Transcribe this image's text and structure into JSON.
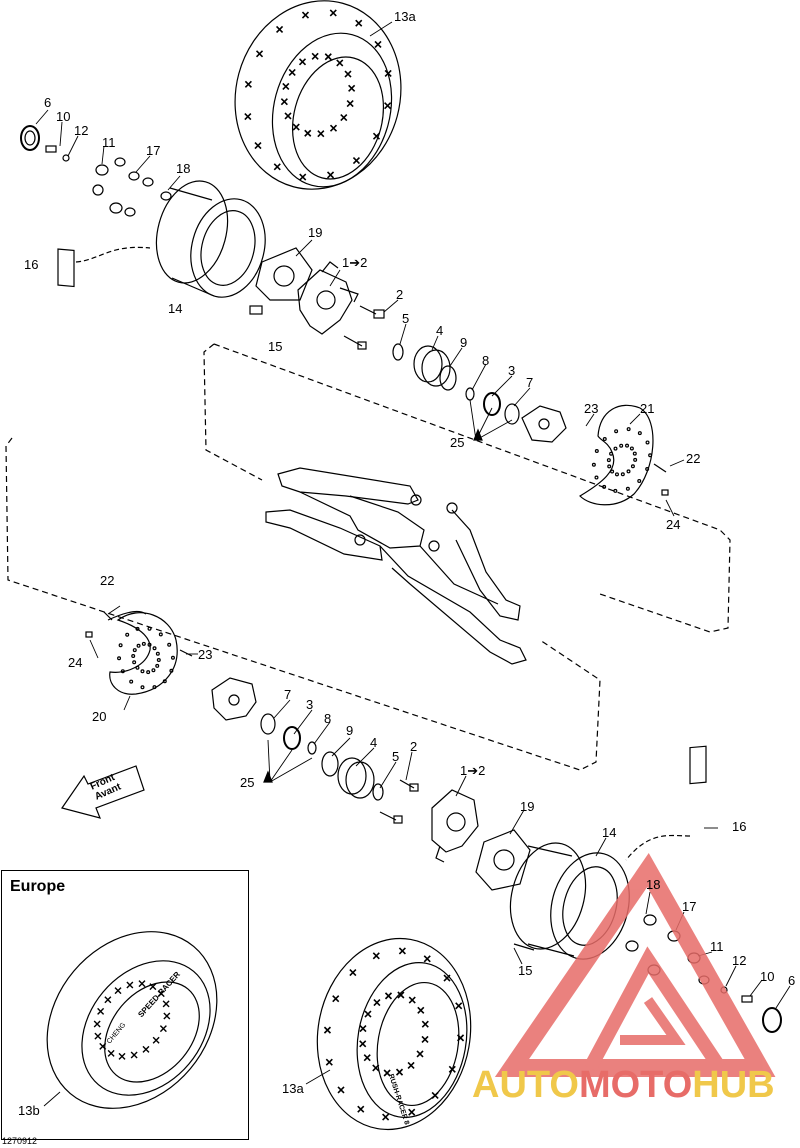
{
  "diagram": {
    "drawing_id": "1270912",
    "inset": {
      "title": "Europe"
    },
    "front_arrow": {
      "line1": "Front",
      "line2": "Avant"
    },
    "callouts_upper": {
      "tire": "13a",
      "seal": "6",
      "wheel_stud": "10",
      "washer": "12",
      "nut": "11",
      "lug_nut": "17",
      "cone_washer": "18",
      "rim_label": "16",
      "rim": "14",
      "bolt": "15",
      "spacer": "19",
      "knuckle": "1➔2",
      "screw": "2",
      "ring": "5",
      "bearing": "4",
      "circlip": "9",
      "seal_ring": "8",
      "hub_seal": "3",
      "retainer": "7",
      "grease": "25",
      "caliper_screw": "23",
      "brake_disc": "21",
      "disc_screw": "22",
      "disc_bolt": "24"
    },
    "callouts_lower": {
      "disc_screw": "22",
      "disc_bolt": "24",
      "caliper_screw": "23",
      "brake_disc": "20",
      "retainer": "7",
      "hub_seal": "3",
      "seal_ring": "8",
      "circlip": "9",
      "bearing": "4",
      "ring": "5",
      "screw": "2",
      "knuckle": "1➔2",
      "grease": "25",
      "spacer": "19",
      "rim": "14",
      "rim_label": "16",
      "cone_washer": "18",
      "lug_nut": "17",
      "nut": "11",
      "washer": "12",
      "wheel_stud": "10",
      "seal": "6",
      "bolt": "15",
      "tire": "13a",
      "euro_tire": "13b"
    },
    "tread_labels": {
      "euro_sidewall": "SPEED-RACER",
      "euro_brand": "CHENG",
      "main_sidewall": "RUSH-RACER 8"
    }
  },
  "watermark": {
    "part1": "AUTO",
    "part2": "MOTO",
    "part3": "HUB"
  },
  "colors": {
    "ink": "#000000",
    "watermark_red": "#e76c68",
    "watermark_yellow": "#f0c84a"
  }
}
